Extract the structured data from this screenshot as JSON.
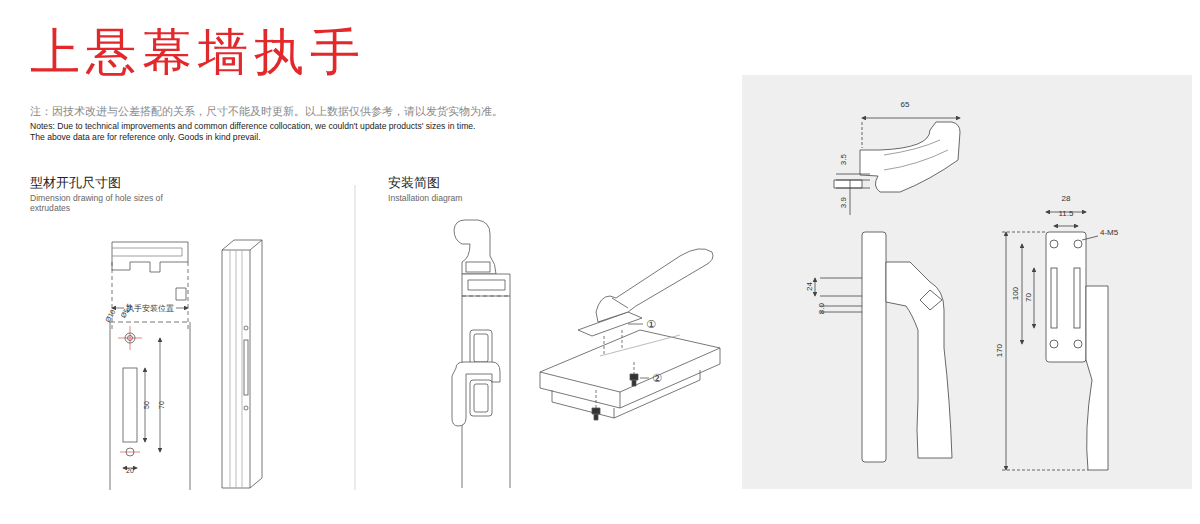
{
  "diagram": {
    "title": "上悬幕墙执手",
    "labels": [
      "注：因技术改进与公差搭配的关系，尺寸不能及时更新。以上数据仅供参考，请以发货实物为准。",
      "Notes: Due to technical improvements and common difference collocation, we couldn't update products' sizes in time.",
      "The above data are for reference only. Goods in kind prevail.",
      "型材开孔尺寸图",
      "Dimension drawing of hole sizes of extrudates",
      "安装简图",
      "Installation diagram",
      "执手安装位置",
      "Ø10",
      "Ø5.5",
      "50",
      "70",
      "20",
      "①",
      "②",
      "65",
      "3.5",
      "3.9",
      "24",
      "8.0",
      "28",
      "11.5",
      "4-M5",
      "100",
      "70",
      "170"
    ]
  }
}
